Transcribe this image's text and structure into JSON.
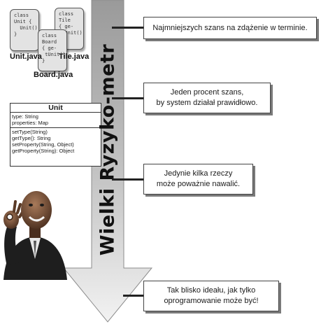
{
  "files": [
    {
      "code": "class\nUnit {\n  Unit()\n}",
      "name": "Unit.java"
    },
    {
      "code": "class\nTile\n{ ge-\n tUnit()\n}",
      "name": "Tile.java"
    },
    {
      "code": "class\nBoard\n{ ge-\n tUnit()\n}",
      "name": "Board.java"
    }
  ],
  "uml": {
    "title": "Unit",
    "attributes": [
      "type: String",
      "properties: Map"
    ],
    "methods": [
      "setType(String)",
      "getType(): String",
      "setProperty(String, Object)",
      "getProperty(String): Object"
    ]
  },
  "arrow_label": "Wielki Ryzyko-metr",
  "callouts": [
    "Najmniejszych szans na zdążenie w terminie.",
    "Jeden procent szans,\nby system działał prawidłowo.",
    "Jedynie kilka rzeczy\nmoże poważnie nawalić.",
    "Tak blisko ideału, jak tylko\noprogramowanie może być!"
  ],
  "colors": {
    "arrow_top": "#9a9a9a",
    "arrow_bottom": "#f0f0f0",
    "line": "#222222"
  },
  "icons": {
    "person": "person-ok-gesture-illustration"
  }
}
